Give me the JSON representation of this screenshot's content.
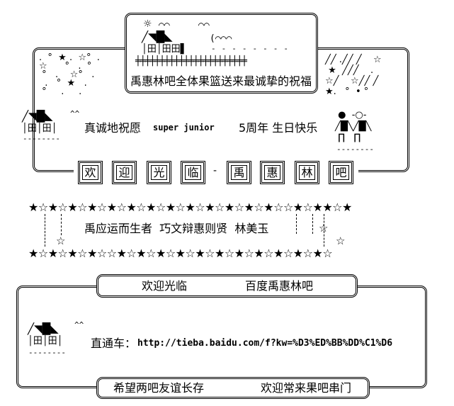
{
  "top_box": {
    "title": "禹惠林吧全体果篮送来最诚挚的祝福"
  },
  "greeting": {
    "prefix": "真诚地祝愿",
    "name": "super junior",
    "suffix": "5周年 生日快乐"
  },
  "welcome_tiles": [
    "欢",
    "迎",
    "光",
    "临",
    "禹",
    "惠",
    "林",
    "吧"
  ],
  "tile_separator": "-",
  "star_rows": {
    "row1": "★☆★☆★☆★☆★☆★☆★☆★☆★☆★☆★☆★☆★☆☆★☆★★☆★",
    "row2": "★☆★☆★☆★☆☆★☆★☆★☆★☆★☆★☆★☆★☆★☆★☆★☆"
  },
  "motto": "禹应运而生者  巧文辩惠则贤  林美玉",
  "bottom_header": {
    "left": "欢迎光临",
    "right": "百度禹惠林吧"
  },
  "link": {
    "label": "直通车：",
    "url": "http://tieba.baidu.com/f?kw=%D3%ED%BB%DD%C1%D6"
  },
  "bottom_footer": {
    "left": "希望两吧友谊长存",
    "right": "欢迎常来果吧串门"
  },
  "decor": {
    "caret": "^^",
    "window": "田",
    "dash_line": "--------"
  }
}
